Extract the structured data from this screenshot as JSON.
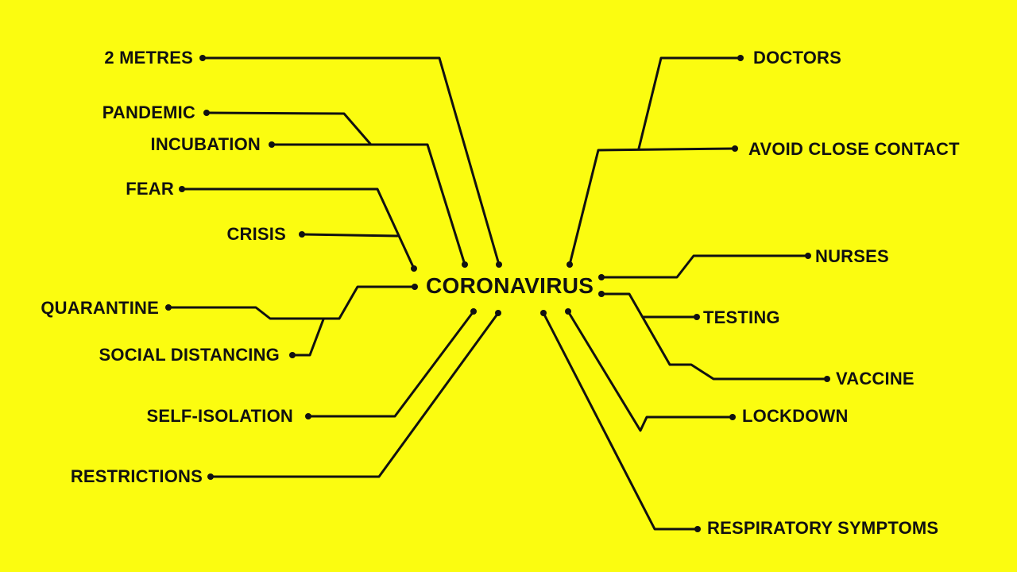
{
  "diagram": {
    "background_color": "#fbfc10",
    "line_color": "#111111",
    "center": {
      "label": "CORONAVIRUS"
    },
    "left_terms": {
      "metres": "2 METRES",
      "pandemic": "PANDEMIC",
      "incubation": "INCUBATION",
      "fear": "FEAR",
      "crisis": "CRISIS",
      "quarantine": "QUARANTINE",
      "social_distancing": "SOCIAL DISTANCING",
      "self_isolation": "SELF-ISOLATION",
      "restrictions": "RESTRICTIONS"
    },
    "right_terms": {
      "doctors": "DOCTORS",
      "avoid_close_contact": "AVOID CLOSE CONTACT",
      "nurses": "NURSES",
      "testing": "TESTING",
      "vaccine": "VACCINE",
      "lockdown": "LOCKDOWN",
      "respiratory_symptoms": "RESPIRATORY SYMPTOMS"
    }
  }
}
